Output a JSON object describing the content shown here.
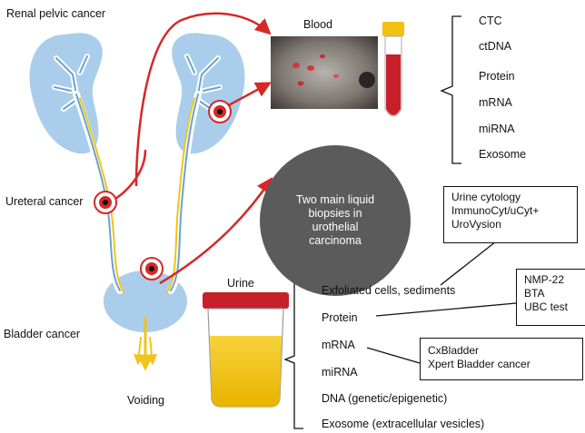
{
  "sites": {
    "renal": "Renal pelvic cancer",
    "ureteral": "Ureteral cancer",
    "bladder": "Bladder cancer",
    "voiding": "Voiding"
  },
  "blood": {
    "title": "Blood",
    "items": [
      "CTC",
      "ctDNA",
      "Protein",
      "mRNA",
      "miRNA",
      "Exosome"
    ]
  },
  "center": {
    "text": "Two main liquid biopsies in urothelial carcinoma"
  },
  "urine": {
    "title": "Urine",
    "items": [
      "Exfoliated cells, sediments",
      "Protein",
      "mRNA",
      "miRNA",
      "DNA (genetic/epigenetic)",
      "Exosome (extracellular vesicles)"
    ]
  },
  "boxes": {
    "cytology": [
      "Urine cytology",
      "ImmunoCyt/uCyt+",
      "UroVysion"
    ],
    "protein_tests": [
      "NMP-22",
      "BTA",
      "UBC test"
    ],
    "mrna_tests": [
      "CxBladder",
      "Xpert Bladder cancer"
    ]
  },
  "colors": {
    "kidney": "#a9cdea",
    "ureter_blue": "#6aa3cf",
    "ureter_yellow": "#f0c419",
    "arrow_red": "#d62828",
    "circle_gray": "#5b5b5b",
    "urine_yellow": "#f2c10f",
    "cap_red": "#c8202a"
  }
}
